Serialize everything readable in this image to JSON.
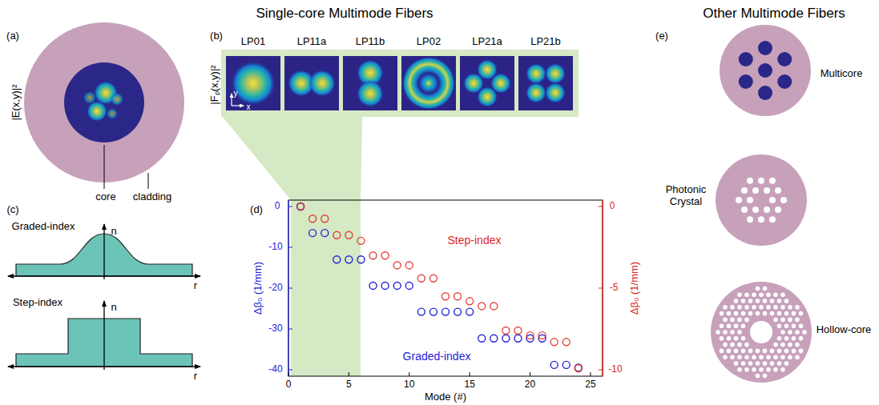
{
  "diagram": {
    "nodes": [
      {
        "text": [
          "LP01"
        ]
      },
      {
        "text": [
          "LP11a"
        ]
      },
      {
        "text": [
          "LP11b"
        ]
      },
      {
        "text": [
          "LP02"
        ]
      },
      {
        "text": [
          "LP21a"
        ]
      },
      {
        "text": [
          "LP21b"
        ]
      }
    ],
    "labels": [
      "Single-core Multimode Fibers",
      "Other Multimode Fibers",
      "(a)",
      "(b)",
      "(c)",
      "(d)",
      "(e)",
      "|E(x,y)|²",
      "core",
      "cladding",
      "|Fₚ(x,y)|²",
      "y",
      "x",
      "Graded-index",
      "n",
      "r",
      "Step-index",
      "n",
      "r",
      "0",
      "-10",
      "-20",
      "-30",
      "-40",
      "Δβ₀ (1/mm)",
      "0",
      "-5",
      "-10",
      "Δβ₀ (1/mm)",
      "0",
      "5",
      "10",
      "15",
      "20",
      "25",
      "Mode (#)",
      "Step-index",
      "Graded-index",
      "Multicore",
      "Photonic Crystal",
      "Hollow-core"
    ]
  }
}
